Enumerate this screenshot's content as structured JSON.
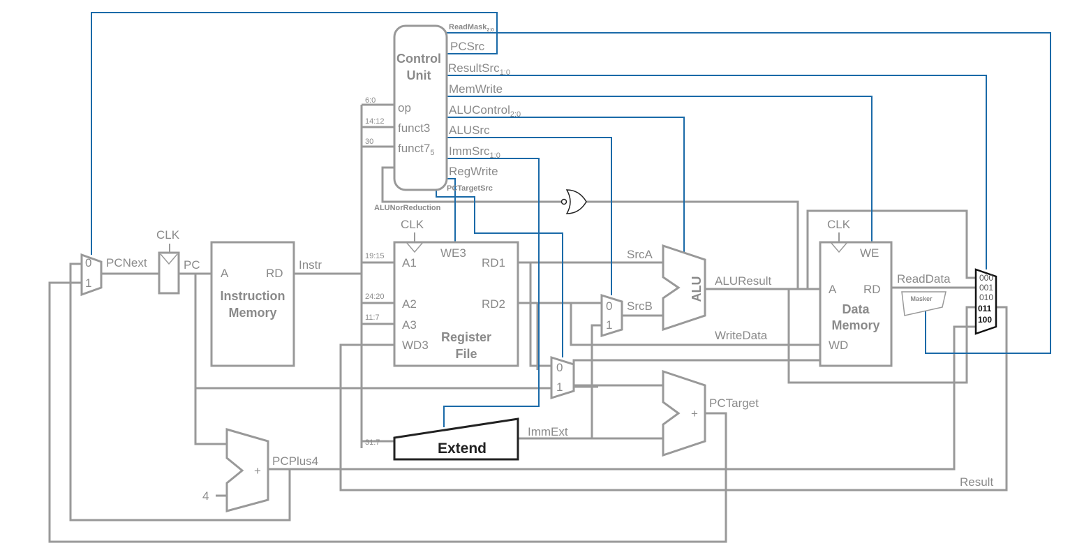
{
  "control_unit": {
    "title_line1": "Control",
    "title_line2": "Unit",
    "inputs": {
      "op": "op",
      "funct3": "funct3",
      "funct7": "funct7",
      "funct7_sub": "5"
    },
    "outputs": {
      "readmask": "ReadMask",
      "readmask_sub": "2:0",
      "pcsrc": "PCSrc",
      "resultsrc": "ResultSrc",
      "resultsrc_sub": "1:0",
      "memwrite": "MemWrite",
      "alucontrol": "ALUControl",
      "alucontrol_sub": "2:0",
      "alusrc": "ALUSrc",
      "immsrc": "ImmSrc",
      "immsrc_sub": "1:0",
      "regwrite": "RegWrite",
      "pctargetsrc": "PCTargetSrc"
    },
    "alu_nor_reduction": "ALUNorReduction"
  },
  "bit_fields": {
    "op": "6:0",
    "funct3": "14:12",
    "funct7": "30",
    "a1": "19:15",
    "a2": "24:20",
    "a3": "11:7",
    "imm": "31:7"
  },
  "pc_mux": {
    "in0": "0",
    "in1": "1"
  },
  "pc_register": {
    "clk": "CLK"
  },
  "instruction_memory": {
    "port_a": "A",
    "port_rd": "RD",
    "title_line1": "Instruction",
    "title_line2": "Memory"
  },
  "register_file": {
    "clk": "CLK",
    "a1": "A1",
    "a2": "A2",
    "a3": "A3",
    "wd3": "WD3",
    "we3": "WE3",
    "rd1": "RD1",
    "rd2": "RD2",
    "title_line1": "Register",
    "title_line2": "File"
  },
  "srcb_mux": {
    "in0": "0",
    "in1": "1"
  },
  "pctarget_mux": {
    "in0": "0",
    "in1": "1"
  },
  "alu": {
    "label": "ALU"
  },
  "extend": {
    "label": "Extend"
  },
  "pcplus4_adder": {
    "plus": "+",
    "constant": "4"
  },
  "pctarget_adder": {
    "plus": "+"
  },
  "data_memory": {
    "clk": "CLK",
    "we": "WE",
    "port_a": "A",
    "port_rd": "RD",
    "port_wd": "WD",
    "title_line1": "Data",
    "title_line2": "Memory"
  },
  "masker": {
    "label": "Masker"
  },
  "result_mux": {
    "inputs": [
      "000",
      "001",
      "010",
      "011",
      "100"
    ]
  },
  "signals": {
    "pcnext": "PCNext",
    "pc": "PC",
    "instr": "Instr",
    "srca": "SrcA",
    "srcb": "SrcB",
    "aluresult": "ALUResult",
    "readdata": "ReadData",
    "writedata": "WriteData",
    "immext": "ImmExt",
    "pctarget": "PCTarget",
    "pcplus4": "PCPlus4",
    "result": "Result"
  },
  "colors": {
    "datapath": "#999999",
    "control": "#1a6aa8",
    "extend": "#222222",
    "text": "#8a8a8a"
  }
}
